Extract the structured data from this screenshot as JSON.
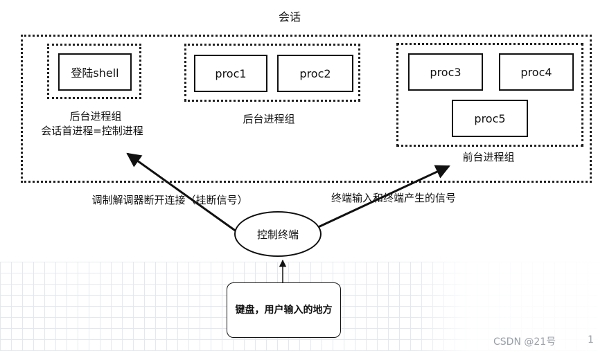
{
  "session": {
    "title": "会话"
  },
  "groups": {
    "left": {
      "box": "登陆shell",
      "label_line1": "后台进程组",
      "label_line2": "会话首进程=控制进程"
    },
    "middle": {
      "boxes": [
        "proc1",
        "proc2"
      ],
      "label": "后台进程组"
    },
    "right": {
      "boxes": [
        "proc3",
        "proc4",
        "proc5"
      ],
      "label": "前台进程组"
    }
  },
  "terminal": {
    "label": "控制终端"
  },
  "arrows": {
    "left_label": "调制解调器断开连接（挂断信号）",
    "right_label": "终端输入和终端产生的信号"
  },
  "input": {
    "label": "键盘，用户输入的地方"
  },
  "watermark": {
    "text": "CSDN @21号",
    "page": "1"
  }
}
